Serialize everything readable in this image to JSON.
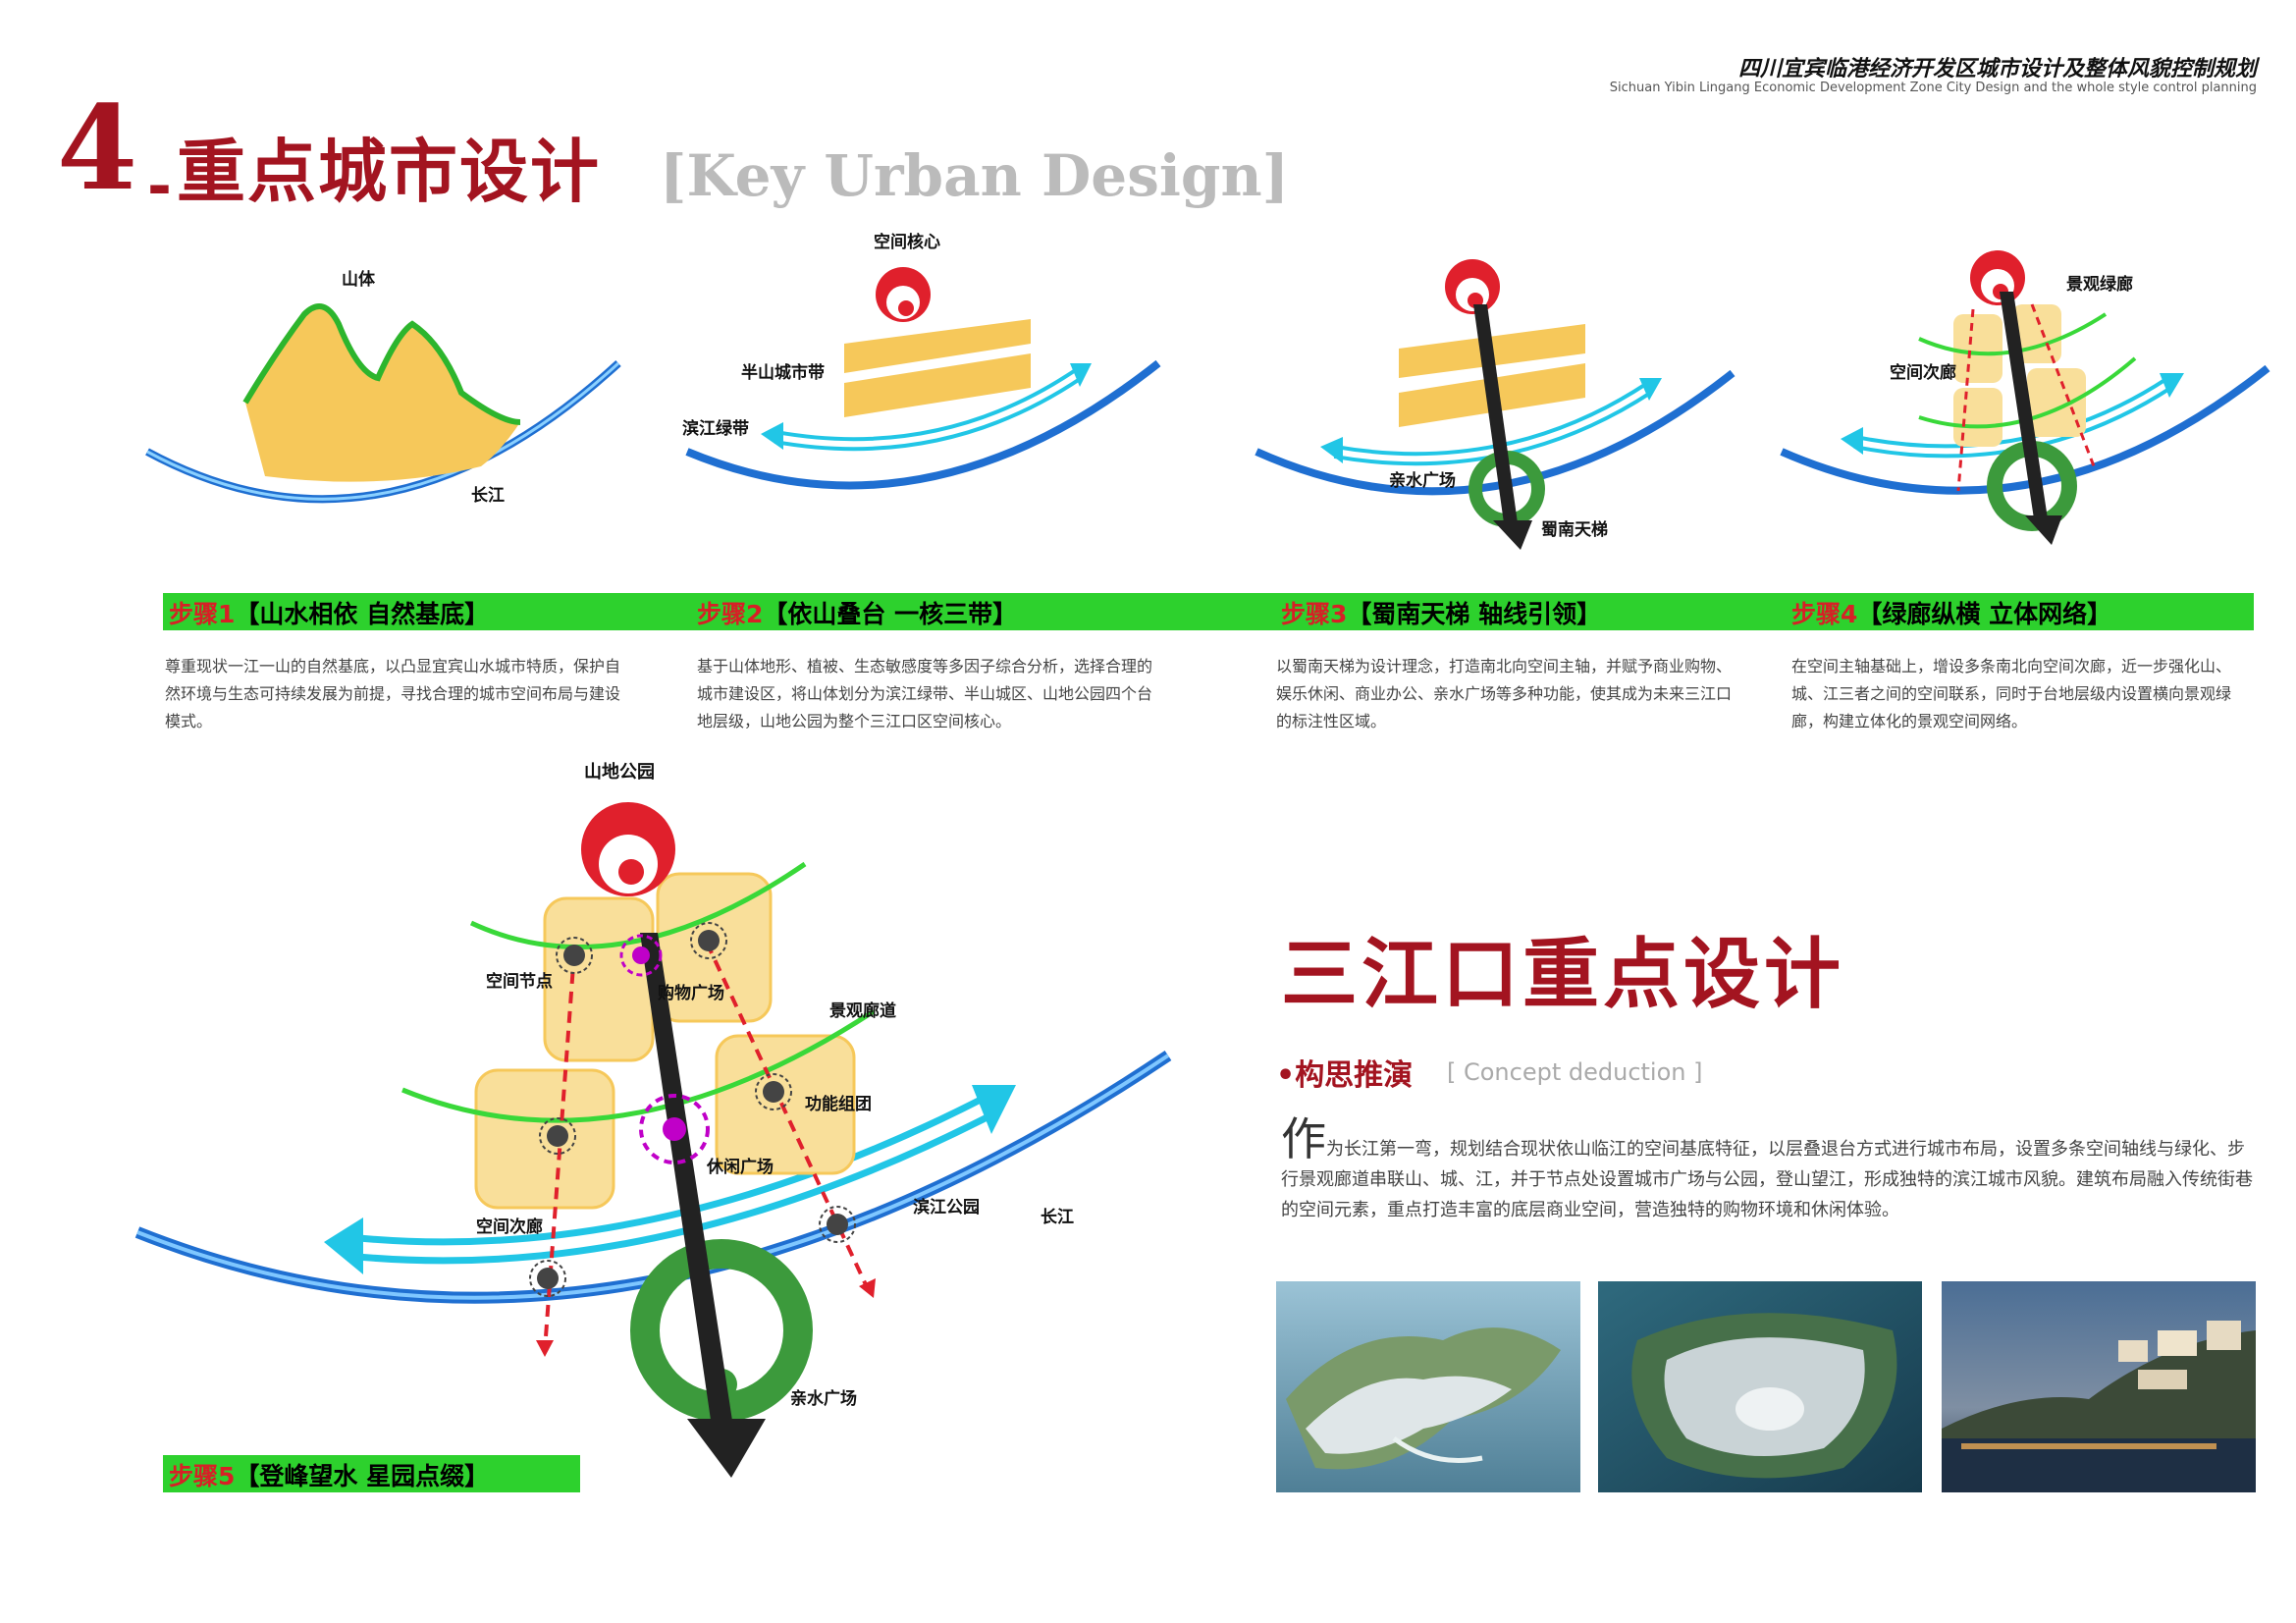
{
  "header": {
    "title_cn": "四川宜宾临港经济开发区城市设计及整体风貌控制规划",
    "title_en": "Sichuan Yibin Lingang Economic Development Zone City Design and the whole style control planning"
  },
  "page_title": {
    "number": "4",
    "dash": "-",
    "cn": "重点城市设计",
    "en": "[Key Urban Design]"
  },
  "steps": [
    {
      "num": "步骤1",
      "title": "【山水相依  自然基底】",
      "desc": "尊重现状一江一山的自然基底，以凸显宜宾山水城市特质，保护自然环境与生态可持续发展为前提，寻找合理的城市空间布局与建设模式。",
      "labels": {
        "mountain": "山体",
        "river": "长江"
      }
    },
    {
      "num": "步骤2",
      "title": "【依山叠台  一核三带】",
      "desc": "基于山体地形、植被、生态敏感度等多因子综合分析，选择合理的城市建设区，将山体划分为滨江绿带、半山城区、山地公园四个台地层级，山地公园为整个三江口区空间核心。",
      "labels": {
        "core": "空间核心",
        "belt": "半山城市带",
        "green": "滨江绿带"
      }
    },
    {
      "num": "步骤3",
      "title": "【蜀南天梯  轴线引领】",
      "desc": "以蜀南天梯为设计理念，打造南北向空间主轴，并赋予商业购物、娱乐休闲、商业办公、亲水广场等多种功能，使其成为未来三江口的标注性区域。",
      "labels": {
        "plaza": "亲水广场",
        "ladder": "蜀南天梯"
      }
    },
    {
      "num": "步骤4",
      "title": "【绿廊纵横  立体网络】",
      "desc": "在空间主轴基础上，增设多条南北向空间次廊，近一步强化山、城、江三者之间的空间联系，同时于台地层级内设置横向景观绿廊，构建立体化的景观空间网络。",
      "labels": {
        "corridor": "景观绿廊",
        "secondary": "空间次廊"
      }
    }
  ],
  "step5": {
    "num": "步骤5",
    "title": "【登峰望水  星园点缀】",
    "labels": {
      "park": "山地公园",
      "node": "空间节点",
      "shopping": "购物广场",
      "landscape": "景观廊道",
      "cluster": "功能组团",
      "leisure": "休闲广场",
      "riverpark": "滨江公园",
      "river": "长江",
      "secondary": "空间次廊",
      "plaza": "亲水广场"
    }
  },
  "section": {
    "title": "三江口重点设计",
    "bullet": "•",
    "sub_cn": "构思推演",
    "sub_en": "[ Concept deduction ]",
    "lead_char": "作",
    "paragraph": "为长江第一弯，规划结合现状依山临江的空间基底特征，以层叠退台方式进行城市布局，设置多条空间轴线与绿化、步行景观廊道串联山、城、江，并于节点处设置城市广场与公园，登山望江，形成独特的滨江城市风貌。建筑布局融入传统街巷的空间元素，重点打造丰富的底层商业空间，营造独特的购物环境和休闲体验。"
  },
  "colors": {
    "accent_red": "#a31420",
    "step_green": "#2dd12d",
    "river_blue": "#1f6fd1",
    "block_yellow": "#f6c85a"
  }
}
